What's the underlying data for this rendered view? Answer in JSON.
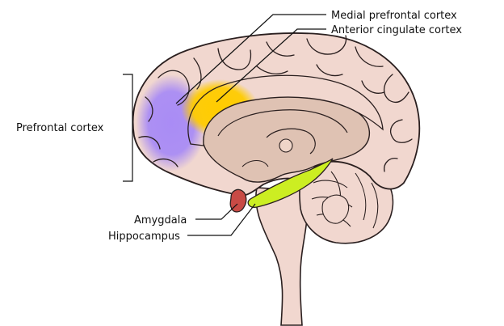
{
  "labels": {
    "medial_pfc": "Medial prefrontal cortex",
    "acc": "Anterior cingulate cortex",
    "prefrontal": "Prefrontal cortex",
    "amygdala": "Amygdala",
    "hippocampus": "Hippocampus"
  },
  "colors": {
    "brain_fill": "#f1d7cf",
    "brain_stroke": "#2a1f1f",
    "inner_fill": "#dfc2b3",
    "medial_pfc": "#a98cf5",
    "acc": "#ffcc00",
    "amygdala": "#c84a45",
    "hippocampus": "#ccee22"
  }
}
